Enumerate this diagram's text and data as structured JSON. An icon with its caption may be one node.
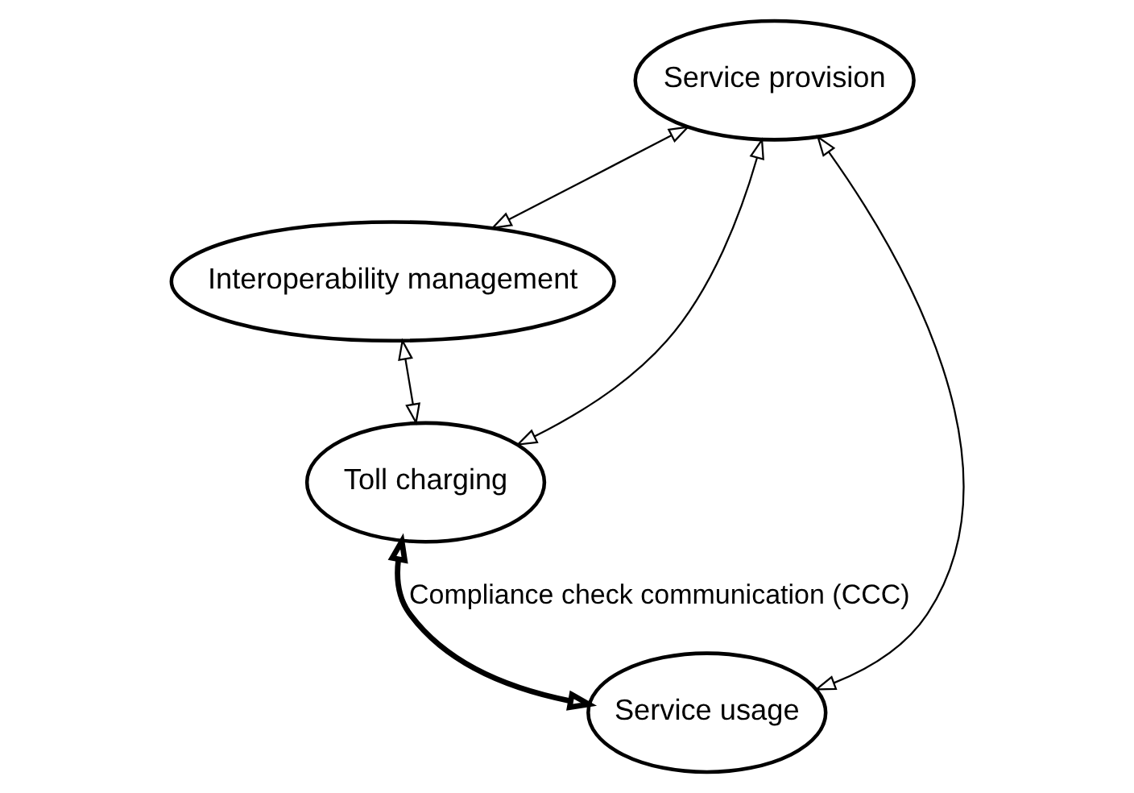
{
  "diagram": {
    "nodes": [
      {
        "text": [
          "Interoperability management"
        ]
      },
      {
        "text": [
          "Service provision"
        ]
      },
      {
        "text": [
          "Toll charging"
        ]
      },
      {
        "text": [
          "Service usage"
        ]
      }
    ],
    "edges": [
      {
        "from": 1,
        "to": 0,
        "arrow": "both"
      },
      {
        "from": 0,
        "to": 2,
        "arrow": "both"
      },
      {
        "from": 1,
        "to": 2,
        "arrow": "both"
      },
      {
        "from": 1,
        "to": 3,
        "arrow": "both"
      },
      {
        "from": 2,
        "to": 3,
        "arrow": "both",
        "style": "thick",
        "label": "Compliance check communication (CCC)"
      }
    ]
  }
}
